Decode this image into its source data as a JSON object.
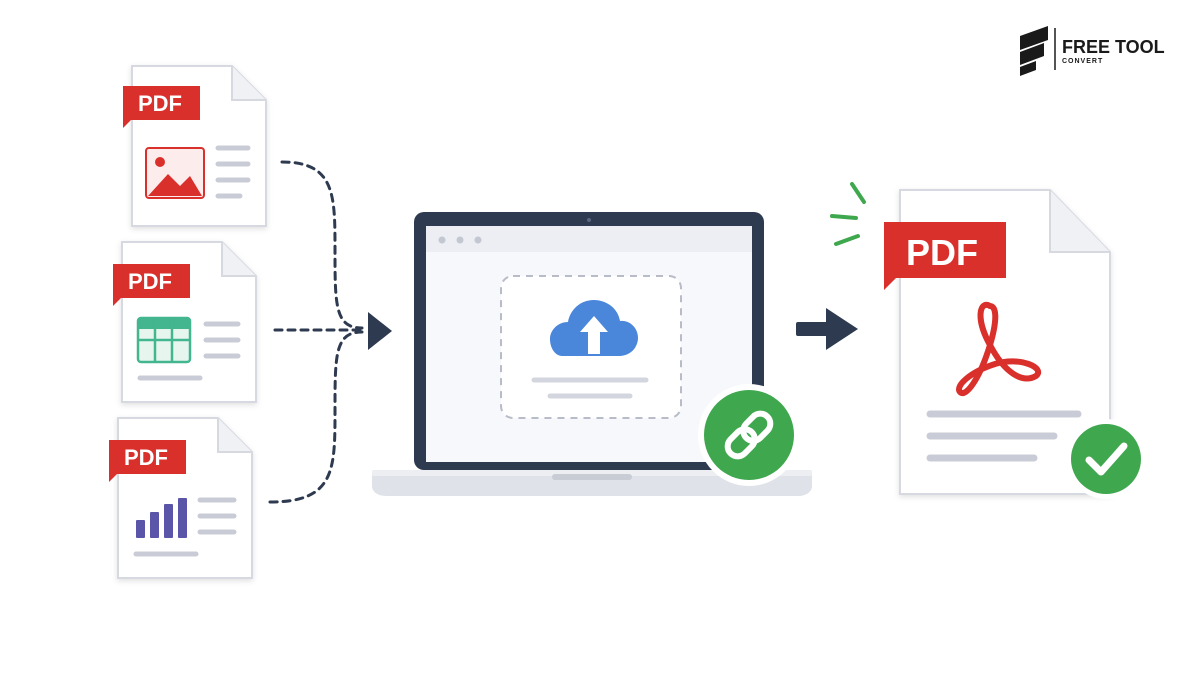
{
  "brand": {
    "name": "FREE TOOL",
    "sub": "CONVERT",
    "logo_icon": "stylized-f-logo"
  },
  "input_files": [
    {
      "badge": "PDF",
      "content_icon": "image-icon"
    },
    {
      "badge": "PDF",
      "content_icon": "table-icon"
    },
    {
      "badge": "PDF",
      "content_icon": "bar-chart-icon"
    }
  ],
  "laptop": {
    "upload_icon": "cloud-upload-icon",
    "link_icon": "link-icon"
  },
  "output_file": {
    "badge": "PDF",
    "content_icon": "acrobat-icon",
    "status_icon": "check-icon"
  },
  "colors": {
    "pdf_red": "#d9302c",
    "accent_green": "#3fa74e",
    "upload_blue": "#4a86d9",
    "laptop_dark": "#2e3a4f",
    "table_green": "#43b58f",
    "chart_purple": "#5a55a8",
    "line_gray": "#c9ccd6"
  }
}
